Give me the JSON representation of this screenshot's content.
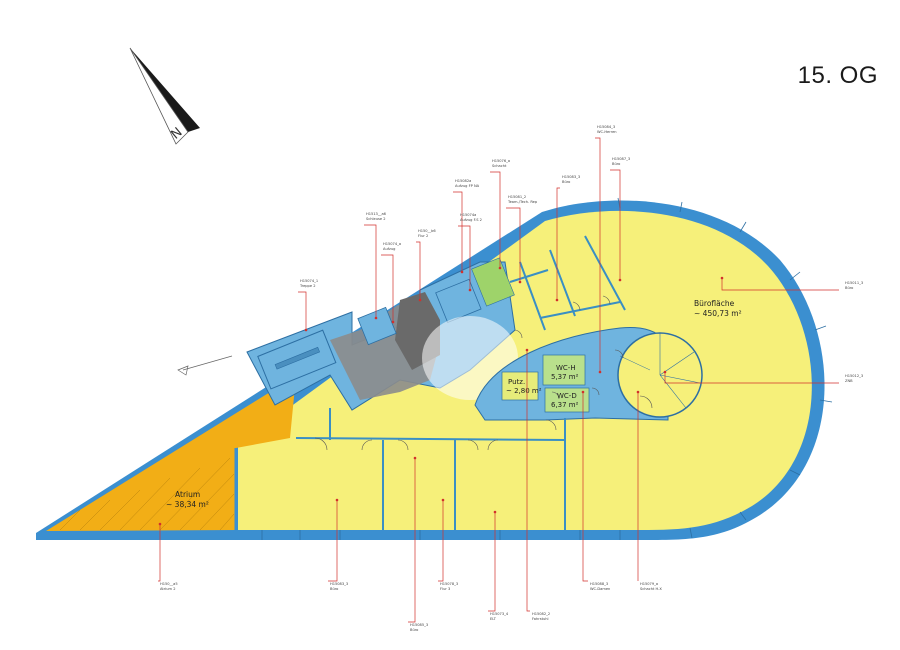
{
  "floor": "15. OG",
  "compass_letter": "N",
  "rooms": {
    "buero": {
      "name": "Bürofläche",
      "area": "~ 450,73 m²"
    },
    "atrium": {
      "name": "Atrium",
      "area": "~ 38,34 m²"
    },
    "putz": {
      "name": "Putz.",
      "area": "~ 2,80 m²"
    },
    "wch": {
      "name": "WC-H",
      "area": "5,37 m²"
    },
    "wcd": {
      "name": "WC-D",
      "area": "6,37 m²"
    }
  },
  "callouts": {
    "top": [
      {
        "code": "H15074_1",
        "text": "Treppe 2"
      },
      {
        "code": "H1513__a6",
        "text": "Schleuse 2"
      },
      {
        "code": "H15074_a",
        "text": "Aufzug"
      },
      {
        "code": "H150__b6",
        "text": "Flur 2"
      },
      {
        "code": "H15082a",
        "text": "Aufzug FP NA"
      },
      {
        "code": "H15074a",
        "text": "Aufzug F.S 2"
      },
      {
        "code": "H15076_a",
        "text": "Schacht"
      },
      {
        "code": "H15081_2",
        "text": "Team-/Tech. Rep"
      },
      {
        "code": "H15083_3",
        "text": "Büro"
      },
      {
        "code": "H15084_3",
        "text": "WC-Herren"
      },
      {
        "code": "H15087_3",
        "text": "Büro"
      }
    ],
    "right": [
      {
        "code": "H15011_3",
        "text": "Büro"
      },
      {
        "code": "H15012_3",
        "text": "ZNB"
      }
    ],
    "bottom": [
      {
        "code": "H150__a5",
        "text": "Atrium 2"
      },
      {
        "code": "H15083_3",
        "text": "Büro"
      },
      {
        "code": "H15078_3",
        "text": "Flur 3"
      },
      {
        "code": "H15085_3",
        "text": "Büro"
      },
      {
        "code": "H15073_4",
        "text": "ELT"
      },
      {
        "code": "H15082_2",
        "text": "Fahrstuhl"
      },
      {
        "code": "H15088_3",
        "text": "WC-Damen"
      },
      {
        "code": "H15079_a",
        "text": "Schacht H.X"
      }
    ]
  },
  "colors": {
    "office_fill": "#f6f07a",
    "atrium_fill": "#f2ae16",
    "core_fill": "#6fb4df",
    "outer_wall": "#3b8fd0",
    "shaft_fill": "#8c8c8c",
    "leader": "#d2302c"
  }
}
